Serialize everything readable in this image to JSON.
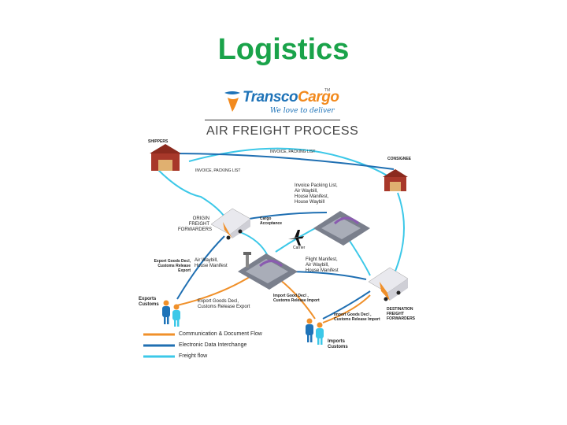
{
  "slide": {
    "title": "Logistics"
  },
  "brand": {
    "name_part1": "Transco",
    "name_part2": "Cargo",
    "tm": "TM",
    "tagline": "We love to deliver"
  },
  "diagram": {
    "heading": "AIR FREIGHT PROCESS",
    "nodes": {
      "shippers": "SHIPPERS",
      "consignee": "CONSIGNEE",
      "origin_ff": [
        "ORIGIN",
        "FREIGHT",
        "FORWARDERS"
      ],
      "destination_ff": [
        "DESTINATION",
        "FREIGHT",
        "FORWARDERS"
      ],
      "cargo_acceptance": [
        "Cargo",
        "Acceptance"
      ],
      "carrier": "Carrier",
      "exports_customs": [
        "Exports",
        "Customs"
      ],
      "imports_customs": [
        "Imports",
        "Customs"
      ]
    },
    "flow_labels": {
      "invoice_packing_top": "INVOICE, PACKING LIST",
      "invoice_packing_left": "INVOICE, PACKING LIST",
      "invoice_awb": [
        "Invoice Packing List,",
        "Air Waybill,",
        "House Manifest,",
        "House Waybill"
      ],
      "export_goods_small": [
        "Export Goods Decl,",
        "Customs Release",
        "Export"
      ],
      "awb_house_manifest": [
        "Air Waybill,",
        "House Manifest"
      ],
      "flight_manifest": [
        "Flight Manifest,",
        "Air Waybill,",
        "House Manifest"
      ],
      "export_goods_decl": [
        "Export Goods Decl,",
        "Customs Release Export"
      ],
      "import_good_decl": [
        "Import Good Decl ,",
        "Customs Release Import"
      ],
      "import_goods_small": [
        "Import Goods Decl ,",
        "Customs Release Import"
      ]
    },
    "legend": [
      {
        "label": "Communication & Document Flow",
        "color": "#f0902a"
      },
      {
        "label": "Electronic Data Interchange",
        "color": "#1f6fb2"
      },
      {
        "label": "Freight flow",
        "color": "#3cc8e8"
      }
    ],
    "colors": {
      "communication": "#f0902a",
      "edi": "#1f6fb2",
      "freight": "#3cc8e8",
      "title_green": "#1aa34a"
    }
  }
}
